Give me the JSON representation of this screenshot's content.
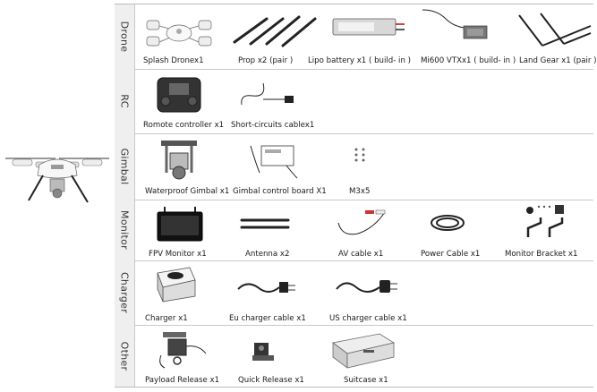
{
  "rows": [
    {
      "label": "Drone",
      "items": [
        "Splash Dronex1",
        "Prop x2 (pair )",
        "Lipo battery x1 ( build- in )",
        "Mi600 VTXx1 ( build- in )",
        "Land Gear x1 (pair )"
      ]
    },
    {
      "label": "RC",
      "items": [
        "Romote controller x1",
        "Short-circuits cablex1"
      ]
    },
    {
      "label": "Gimbal",
      "items": [
        "Waterproof Gimbal x1",
        "Gimbal control board X1",
        "M3x5"
      ]
    },
    {
      "label": "Monitor",
      "items": [
        "FPV Monitor x1",
        "Antenna x2",
        "AV cable  x1",
        "Power Cable  x1",
        "Monitor Bracket x1"
      ]
    },
    {
      "label": "Charger",
      "items": [
        "Charger x1",
        "Eu charger cable x1",
        "US charger cable x1"
      ]
    },
    {
      "label": "Other",
      "items": [
        "Payload Release x1",
        "Quick Release x1",
        "Suitcase x1"
      ]
    }
  ],
  "icons": {
    "hero": "drone-assembled-icon",
    "drone": [
      "drone-body-icon",
      "propellers-icon",
      "battery-icon",
      "vtx-icon",
      "landing-gear-icon"
    ],
    "rc": [
      "remote-controller-icon",
      "cable-icon"
    ],
    "gimbal": [
      "gimbal-icon",
      "control-board-icon",
      "screws-icon"
    ],
    "monitor": [
      "monitor-icon",
      "antenna-icon",
      "av-cable-icon",
      "power-cable-icon",
      "bracket-icon"
    ],
    "charger": [
      "charger-icon",
      "eu-cable-icon",
      "us-cable-icon"
    ],
    "other": [
      "payload-release-icon",
      "quick-release-icon",
      "suitcase-icon"
    ]
  }
}
